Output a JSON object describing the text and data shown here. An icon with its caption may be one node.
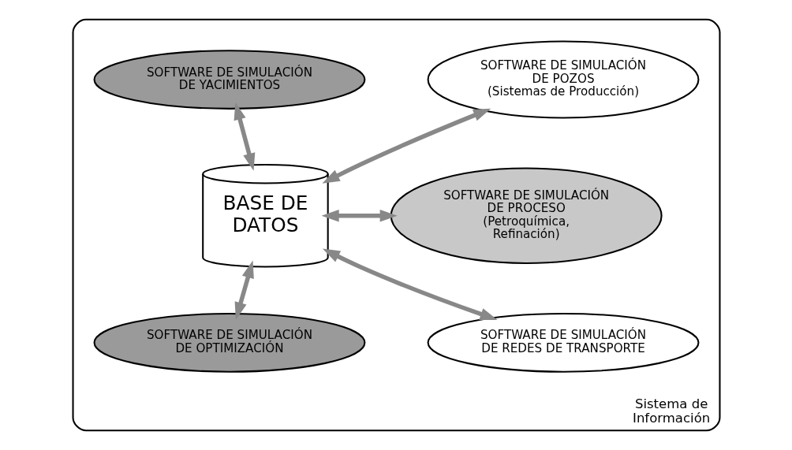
{
  "diagram": {
    "nodes": [
      {
        "text": [
          "Sistema de Información"
        ]
      },
      {
        "text": [
          "SOFTWARE DE SIMULACIÓN DE YACIMIENTOS"
        ],
        "in": 0
      },
      {
        "text": [
          "SOFTWARE DE SIMULACIÓN DE POZOS",
          "(Sistemas de Producción)"
        ],
        "in": 0
      },
      {
        "text": [
          "BASE DE DATOS"
        ],
        "in": 0
      },
      {
        "text": [
          "SOFTWARE DE SIMULACIÓN DE PROCESO (Petroquímica, Refinación)"
        ],
        "in": 0
      },
      {
        "text": [
          "SOFTWARE DE SIMULACIÓN DE REDES DE TRANSPORTE"
        ],
        "in": 0
      },
      {
        "text": [
          "SOFTWARE DE SIMULACIÓN DE OPTIMIZACIÓN"
        ],
        "in": 0
      }
    ],
    "edges": [
      {
        "from": 3,
        "to": 1,
        "arrow": "both"
      },
      {
        "from": 2,
        "to": 3,
        "arrow": "both"
      },
      {
        "from": 3,
        "to": 4,
        "arrow": "both"
      },
      {
        "from": 5,
        "to": 3,
        "arrow": "both"
      },
      {
        "from": 3,
        "to": 6,
        "arrow": "both"
      }
    ]
  }
}
